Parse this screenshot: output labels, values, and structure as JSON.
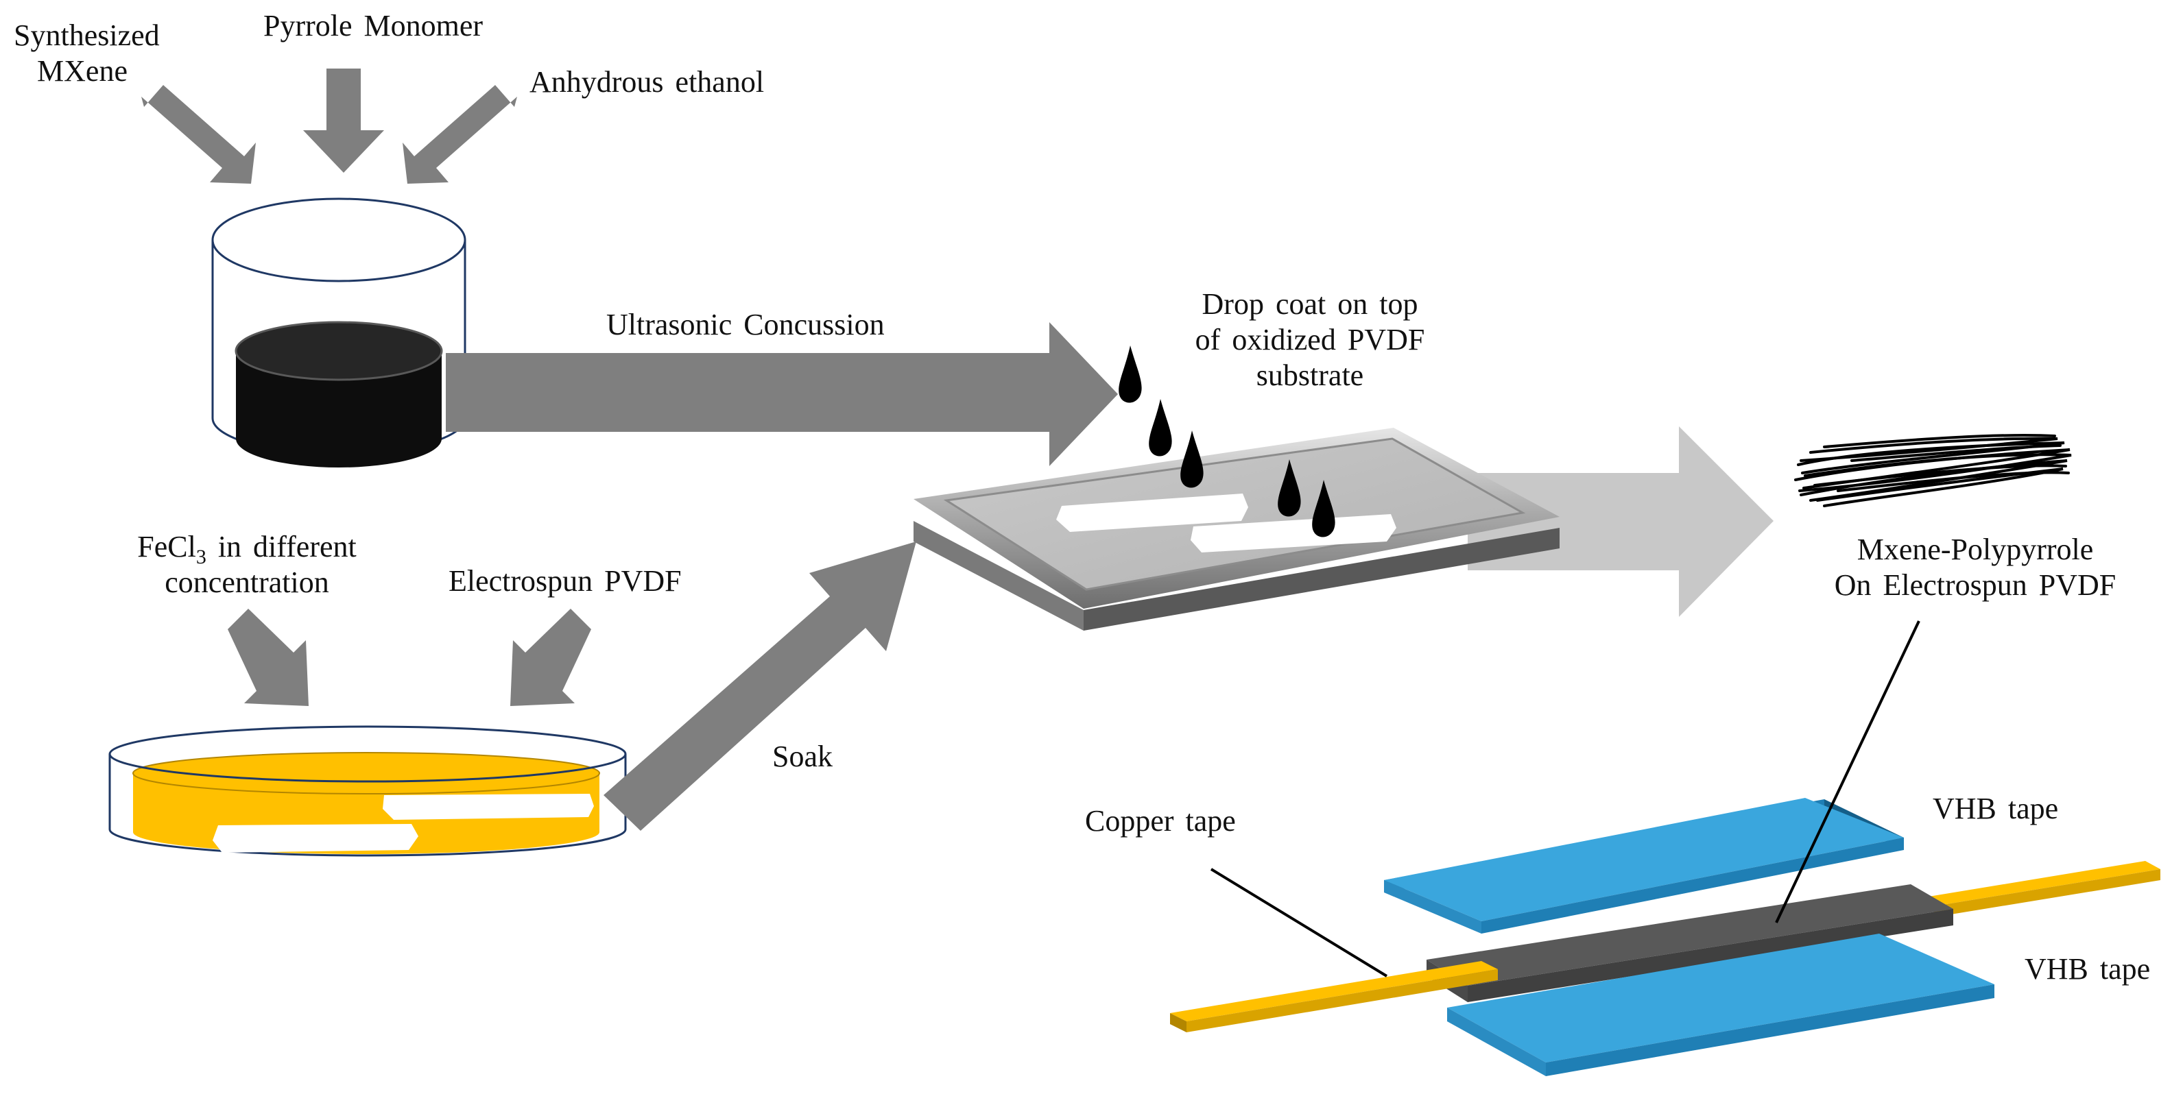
{
  "labels": {
    "synthesized_mxene_line1": "Synthesized",
    "synthesized_mxene_line2": "MXene",
    "pyrrole_monomer": "Pyrrole Monomer",
    "anhydrous_ethanol": "Anhydrous ethanol",
    "ultrasonic_concussion": "Ultrasonic Concussion",
    "drop_coat_line1": "Drop coat on top",
    "drop_coat_line2": "of oxidized PVDF",
    "drop_coat_line3": "substrate",
    "fecl3_prefix": "FeCl",
    "fecl3_subscript": "3",
    "fecl3_suffix": " in different",
    "fecl3_line2": "concentration",
    "electrospun_pvdf": "Electrospun PVDF",
    "soak": "Soak",
    "product_line1": "Mxene-Polypyrrole",
    "product_line2": "On Electrospun PVDF",
    "copper_tape": "Copper tape",
    "vhb_tape_top": "VHB tape",
    "vhb_tape_bottom": "VHB tape"
  },
  "colors": {
    "arrow_dark": "#7f7f7f",
    "arrow_light": "#c8c8c8",
    "beaker_outline": "#1f3864",
    "solution_black": "#0d0d0d",
    "fecl3_solution": "#ffc000",
    "tray_gray": "#a6a6a6",
    "vhb_blue": "#3aa6dd",
    "copper_yellow": "#ffc000",
    "sensor_gray": "#595959"
  }
}
